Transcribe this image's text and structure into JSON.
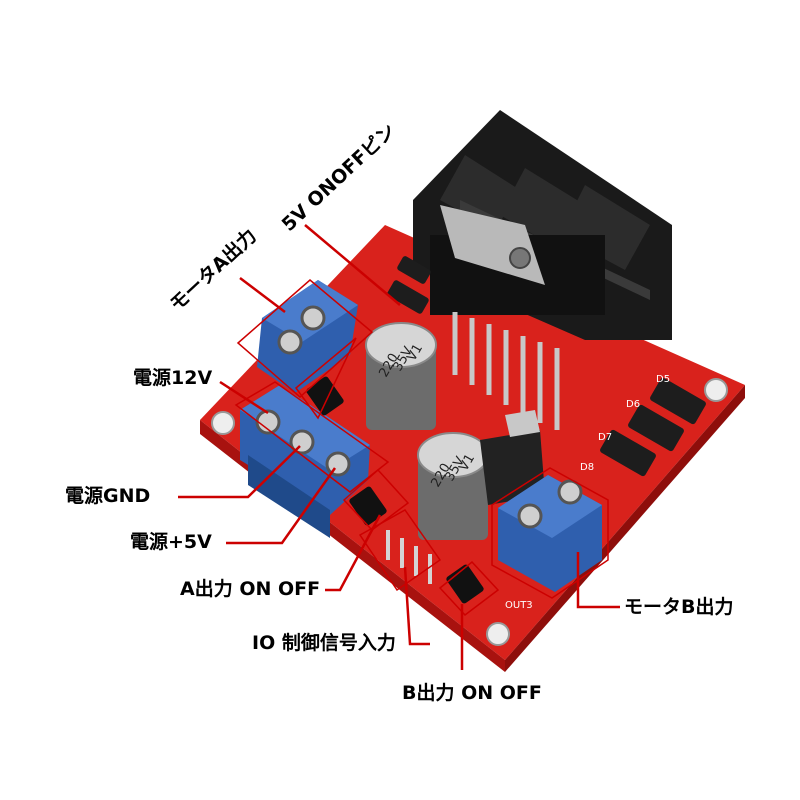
{
  "labels": {
    "motor_a_output": "モータA出力",
    "five_v_onoff_pin": "5V ONOFFピン",
    "power_12v": "電源12V",
    "power_gnd": "電源GND",
    "power_plus_5v": "電源+5V",
    "a_output_on_off": "A出力 ON OFF",
    "io_control_input": "IO 制御信号入力",
    "b_output_on_off": "B出力 ON OFF",
    "motor_b_output": "モータB出力"
  },
  "board_text": {
    "cap1_value": "220",
    "cap1_voltage": "35V",
    "cap1_series": "V1",
    "cap2_value": "220",
    "cap2_voltage": "35V",
    "cap2_series": "V1",
    "d5": "D5",
    "d6": "D6",
    "d7": "D7",
    "d8": "D8",
    "out3": "OUT3"
  },
  "colors": {
    "pcb": "#d9221c",
    "pcb_dark": "#a8120f",
    "terminal_block": "#2f5fae",
    "heatsink": "#1a1a1a",
    "callout": "#cc0000"
  }
}
